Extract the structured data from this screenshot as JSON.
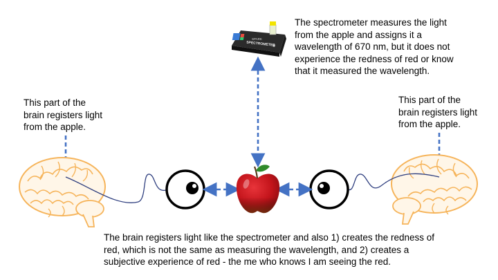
{
  "spectrometer": {
    "caption": [
      "The spectrometer measures the light",
      "from the apple and assigns it a",
      "wavelength of 670 nm, but it does not",
      "experience the redness of red or know",
      "that it measured the wavelength."
    ],
    "device_label_1": "SPARK",
    "device_label_2": "SPECTROMETER"
  },
  "left_brain": {
    "caption": [
      "This part of the",
      "brain registers light",
      "from the apple."
    ]
  },
  "right_brain": {
    "caption": [
      "This part of the",
      "brain registers light",
      "from the apple."
    ]
  },
  "bottom": {
    "caption": [
      "The brain registers light like the spectrometer and also 1) creates the redness of",
      "red, which is not the same as measuring the wavelength, and 2) creates a",
      "subjective experience of red - the me who knows I am seeing the red."
    ]
  },
  "colors": {
    "arrow": "#4472c4",
    "apple": "#c8171e",
    "brain": "#f6b45a",
    "nerve": "#2f3f7f"
  },
  "icons": [
    "spectrometer-icon",
    "apple-icon",
    "eye-icon",
    "brain-icon"
  ]
}
